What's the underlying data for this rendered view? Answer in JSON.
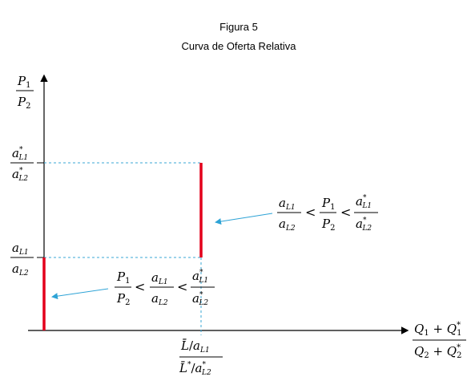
{
  "figure": {
    "title": "Figura 5",
    "subtitle": "Curva de Oferta Relativa"
  },
  "axes": {
    "y_label": {
      "num": "P1",
      "den": "P2"
    },
    "x_label": {
      "num": "Q1 + Q1*",
      "den": "Q2 + Q2*"
    }
  },
  "y_ticks": {
    "upper": {
      "num": "a*L1",
      "den": "a*L2"
    },
    "lower": {
      "num": "aL1",
      "den": "aL2"
    }
  },
  "x_tick": {
    "num": "L̄/aL1",
    "den": "L̄*/a*L2"
  },
  "annotations": {
    "right": "aL1/aL2 < P1/P2 < a*L1/a*L2",
    "left": "P1/P2 < aL1/aL2 < a*L1/a*L2"
  },
  "colors": {
    "supply_curve": "#e3001b",
    "guide_lines": "#3aa7d6",
    "arrows": "#2ea3d6",
    "axes": "#000000"
  }
}
